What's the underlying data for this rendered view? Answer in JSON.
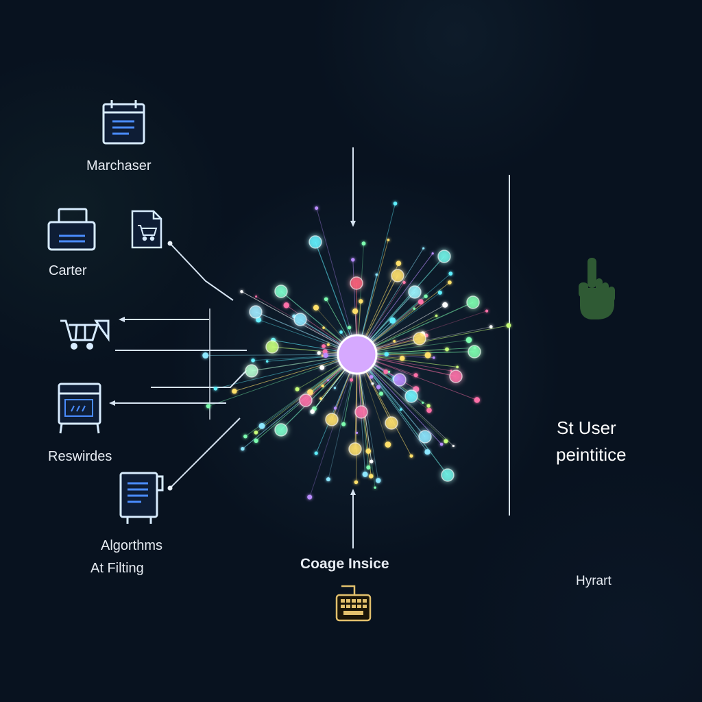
{
  "colors": {
    "background": "#08121f",
    "icon_blue": "#d8ecff",
    "icon_stroke": "#2b63c9",
    "hand": "#2f5a34",
    "keyboard": "#e2c06d",
    "hub": "#d4a7ff",
    "line": "#d7e4f2"
  },
  "labels": {
    "marchaser": "Marchaser",
    "carter": "Carter",
    "reswirdes": "Reswirdes",
    "algorithms": "Algorthms",
    "at_filting": "At Filting",
    "coage_insice": "Coage Insice",
    "st_user": "St User",
    "peintitice": "peintitice",
    "hyrart": "Hyrart"
  },
  "icons": [
    {
      "name": "notepad-icon"
    },
    {
      "name": "printer-icon"
    },
    {
      "name": "cart-document-icon"
    },
    {
      "name": "shopping-cart-icon"
    },
    {
      "name": "monitor-icon"
    },
    {
      "name": "document-icon"
    },
    {
      "name": "pointing-hand-icon"
    },
    {
      "name": "keyboard-icon"
    }
  ]
}
